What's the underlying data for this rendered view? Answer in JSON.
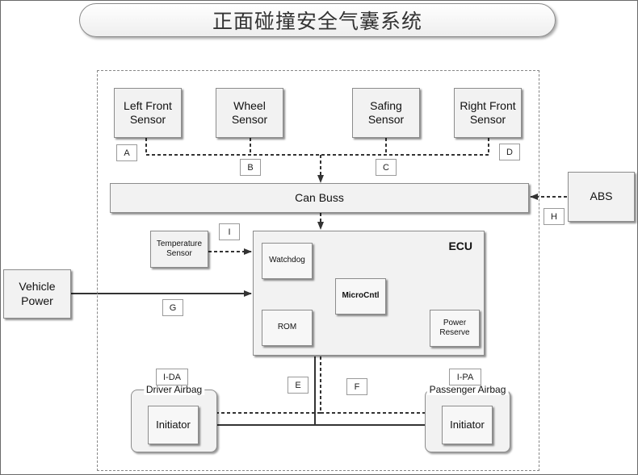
{
  "title": "正面碰撞安全气囊系统",
  "sensors": {
    "left_front": "Left Front\nSensor",
    "wheel": "Wheel\nSensor",
    "safing": "Safing\nSensor",
    "right_front": "Right Front\nSensor"
  },
  "can_buss": "Can Buss",
  "abs": "ABS",
  "temperature_sensor": "Temperature\nSensor",
  "vehicle_power": "Vehicle\nPower",
  "ecu": {
    "title": "ECU",
    "watchdog": "Watchdog",
    "rom": "ROM",
    "microcntl": "MicroCntl",
    "power_reserve": "Power\nReserve"
  },
  "driver_airbag": {
    "title": "Driver Airbag",
    "initiator": "Initiator"
  },
  "passenger_airbag": {
    "title": "Passenger Airbag",
    "initiator": "Initiator"
  },
  "labels": {
    "a": "A",
    "b": "B",
    "c": "C",
    "d": "D",
    "e": "E",
    "f": "F",
    "g": "G",
    "h": "H",
    "i": "I",
    "ida": "I-DA",
    "ipa": "I-PA"
  }
}
